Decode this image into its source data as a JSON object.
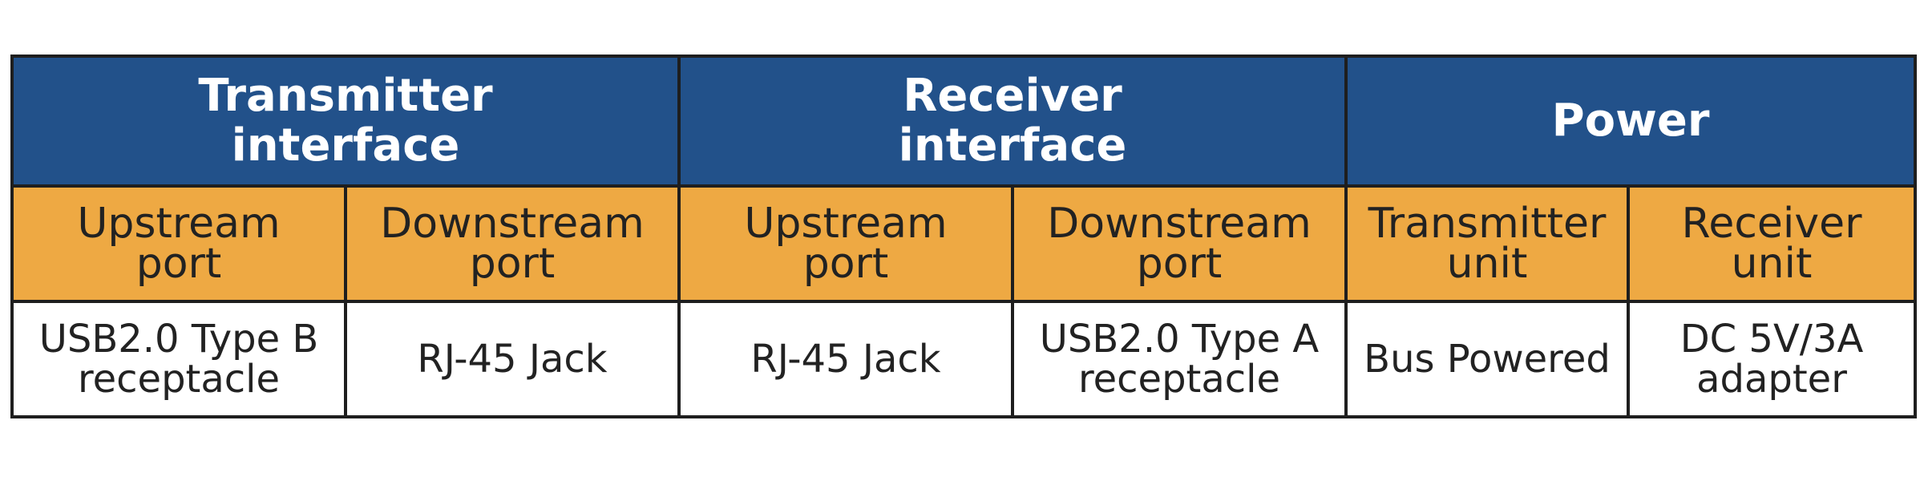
{
  "table": {
    "groups": [
      {
        "label": "Transmitter\ninterface"
      },
      {
        "label": "Receiver\ninterface"
      },
      {
        "label": "Power"
      }
    ],
    "subheaders": [
      "Upstream\nport",
      "Downstream\nport",
      "Upstream\nport",
      "Downstream\nport",
      "Transmitter\nunit",
      "Receiver\nunit"
    ],
    "row": [
      "USB2.0 Type B\nreceptacle",
      "RJ-45 Jack",
      "RJ-45 Jack",
      "USB2.0 Type A\nreceptacle",
      "Bus Powered",
      "DC 5V/3A\nadapter"
    ]
  }
}
